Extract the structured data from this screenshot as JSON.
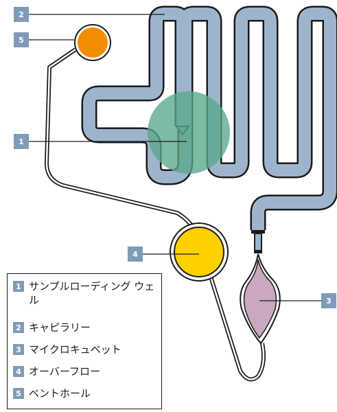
{
  "callouts": [
    {
      "number": "1"
    },
    {
      "number": "2"
    },
    {
      "number": "3"
    },
    {
      "number": "4"
    },
    {
      "number": "5"
    }
  ],
  "legend": {
    "items": [
      {
        "number": "1",
        "label": "サンプルローディング ウェル"
      },
      {
        "number": "2",
        "label": "キャピラリー"
      },
      {
        "number": "3",
        "label": "マイクロキュベット"
      },
      {
        "number": "4",
        "label": "オーバーフロー"
      },
      {
        "number": "5",
        "label": "ベントホール"
      }
    ]
  },
  "colors": {
    "capillary": "#9db4cc",
    "loading_well": "#5aa88a",
    "microcuvette": "#c9a9c2",
    "overflow": "#ffd000",
    "vent_hole": "#f28c00",
    "badge": "#7f9bb8"
  }
}
